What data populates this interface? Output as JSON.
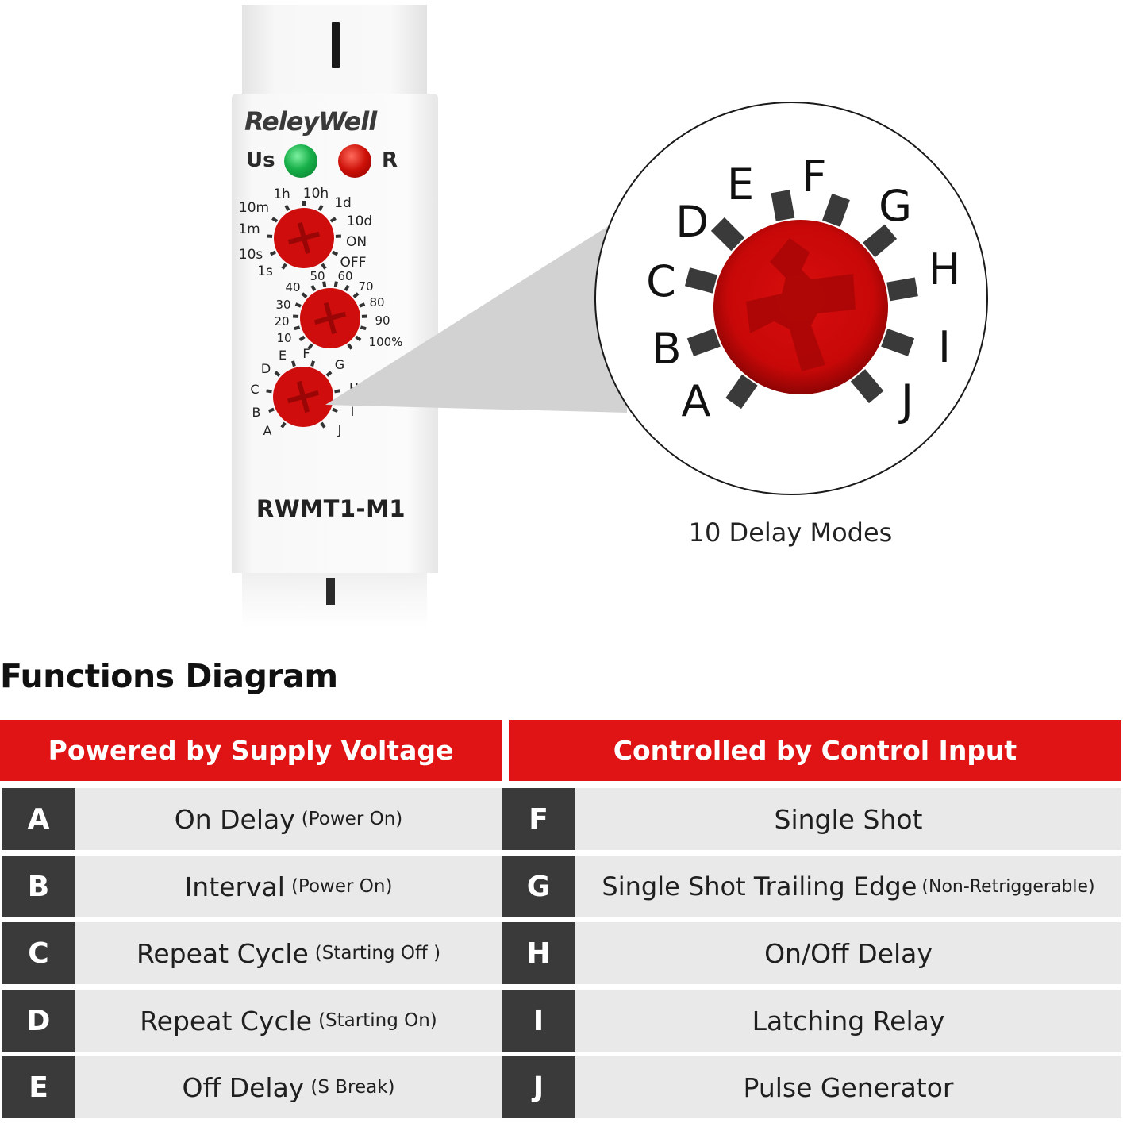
{
  "device": {
    "brand": "ReleyWell",
    "led_us_label": "Us",
    "led_r_label": "R",
    "time_dial_labels": [
      "1s",
      "10s",
      "1m",
      "10m",
      "1h",
      "10h",
      "1d",
      "10d",
      "ON",
      "OFF"
    ],
    "percent_dial_labels": [
      "10",
      "20",
      "30",
      "40",
      "50",
      "60",
      "70",
      "80",
      "90",
      "100%"
    ],
    "mode_dial_labels": [
      "A",
      "B",
      "C",
      "D",
      "E",
      "F",
      "G",
      "H",
      "I",
      "J"
    ],
    "model": "RWMT1-M1"
  },
  "zoom": {
    "labels": [
      "A",
      "B",
      "C",
      "D",
      "E",
      "F",
      "G",
      "H",
      "I",
      "J"
    ],
    "caption": "10 Delay Modes"
  },
  "diagram": {
    "title": "Functions Diagram",
    "left_header": "Powered by Supply Voltage",
    "right_header": "Controlled by Control Input",
    "left_rows": [
      {
        "letter": "A",
        "main": "On Delay",
        "note": "(Power On)"
      },
      {
        "letter": "B",
        "main": "Interval",
        "note": "(Power On)"
      },
      {
        "letter": "C",
        "main": "Repeat Cycle",
        "note": "(Starting Off )"
      },
      {
        "letter": "D",
        "main": "Repeat Cycle",
        "note": "(Starting On)"
      },
      {
        "letter": "E",
        "main": "Off Delay",
        "note": "(S Break)"
      }
    ],
    "right_rows": [
      {
        "letter": "F",
        "main": "Single Shot",
        "note": ""
      },
      {
        "letter": "G",
        "main": "Single Shot Trailing Edge",
        "note": "(Non-Retriggerable)"
      },
      {
        "letter": "H",
        "main": "On/Off Delay",
        "note": ""
      },
      {
        "letter": "I",
        "main": "Latching Relay",
        "note": ""
      },
      {
        "letter": "J",
        "main": "Pulse Generator",
        "note": ""
      }
    ]
  },
  "colors": {
    "header_red": "#e01414",
    "knob_red": "#d41010",
    "letter_box": "#3a3a3a",
    "row_bg": "#e9e9e9",
    "led_green": "#18b04a",
    "led_red": "#cc1008"
  }
}
